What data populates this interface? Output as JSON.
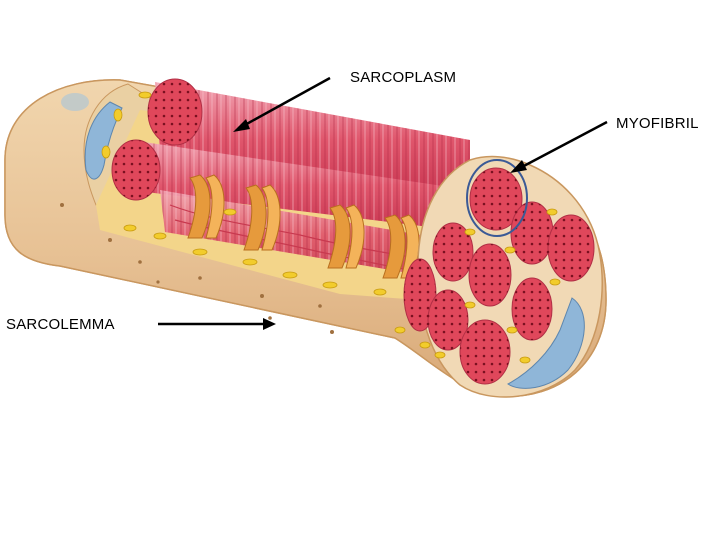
{
  "labels": {
    "sarcoplasm": "SARCOPLASM",
    "myofibril": "MYOFIBRIL",
    "sarcolemma": "SARCOLEMMA"
  },
  "colors": {
    "sarcolemma_tan": "#e8c497",
    "sarcolemma_edge": "#c9975f",
    "myofibril_red": "#e0475b",
    "myofibril_pink": "#ef8fa0",
    "myofibril_dot": "#7a1020",
    "nucleus_blue": "#8fb6d8",
    "mitochondria_yellow": "#f2cc2c",
    "t_tubule_orange": "#e69a3c",
    "highlight_circle": "#3b5a96",
    "arrow": "#000000"
  }
}
